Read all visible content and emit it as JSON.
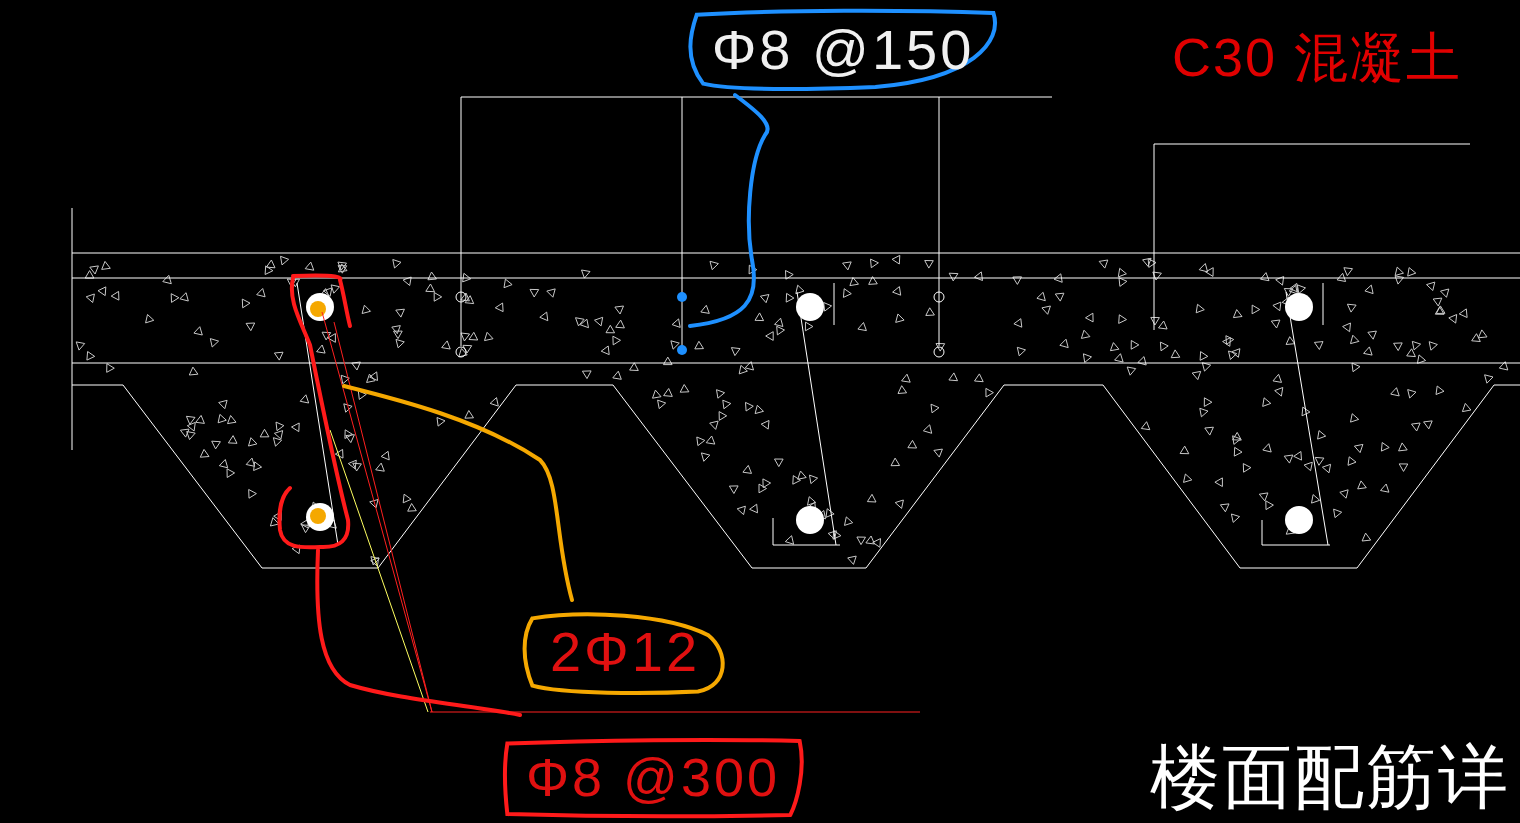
{
  "diagram": {
    "caption": "楼面配筋详",
    "nodes": [
      {
        "text": [
          "Φ8 @150"
        ]
      },
      {
        "text": [
          "2Φ12"
        ]
      },
      {
        "text": [
          "Φ8 @300"
        ]
      }
    ],
    "labels": [
      "C30 混凝土"
    ]
  }
}
